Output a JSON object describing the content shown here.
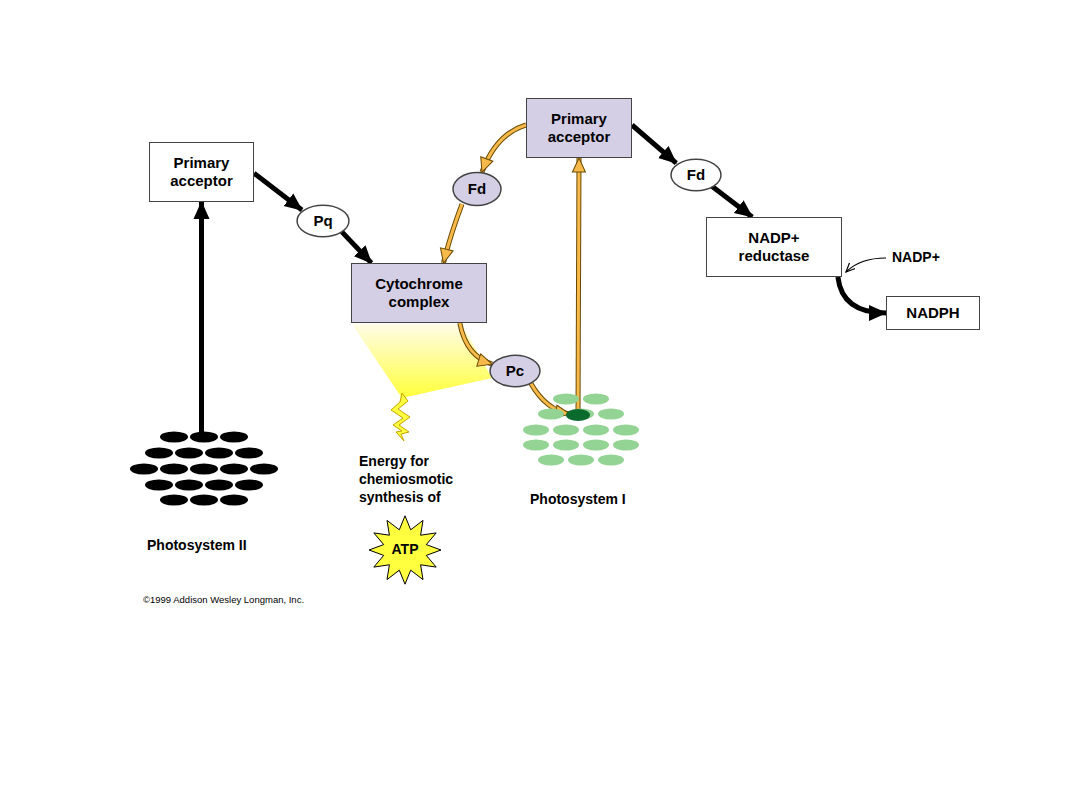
{
  "diagram": {
    "nodes": [
      {
        "text": [
          "Photosystem II"
        ]
      },
      {
        "text": [
          "Primary acceptor"
        ]
      },
      {
        "text": [
          "Pq"
        ]
      },
      {
        "text": [
          "Cytochrome complex"
        ]
      },
      {
        "text": [
          "Pc"
        ]
      },
      {
        "text": [
          "Photosystem I"
        ]
      },
      {
        "text": [
          "Primary acceptor"
        ]
      },
      {
        "text": [
          "Fd"
        ]
      },
      {
        "text": [
          "Fd"
        ]
      },
      {
        "text": [
          "NADP+ reductase"
        ]
      },
      {
        "text": [
          "NADPH"
        ]
      }
    ],
    "edges": [
      {
        "from": 0,
        "to": 1,
        "arrow": "to"
      },
      {
        "from": 1,
        "to": 2,
        "arrow": "to"
      },
      {
        "from": 2,
        "to": 3,
        "arrow": "to"
      },
      {
        "from": 3,
        "to": 4,
        "arrow": "to"
      },
      {
        "from": 4,
        "to": 5,
        "arrow": "to"
      },
      {
        "from": 5,
        "to": 6,
        "arrow": "to"
      },
      {
        "from": 6,
        "to": 7,
        "arrow": "to"
      },
      {
        "from": 7,
        "to": 3,
        "arrow": "to"
      },
      {
        "from": 6,
        "to": 8,
        "arrow": "to"
      },
      {
        "from": 8,
        "to": 9,
        "arrow": "to"
      },
      {
        "from": 9,
        "to": 10,
        "arrow": "to"
      }
    ],
    "labels": [
      "NADP+",
      "Energy for chemiosmotic synthesis of",
      "ATP",
      "©1999 Addison Wesley Longman, Inc."
    ]
  }
}
